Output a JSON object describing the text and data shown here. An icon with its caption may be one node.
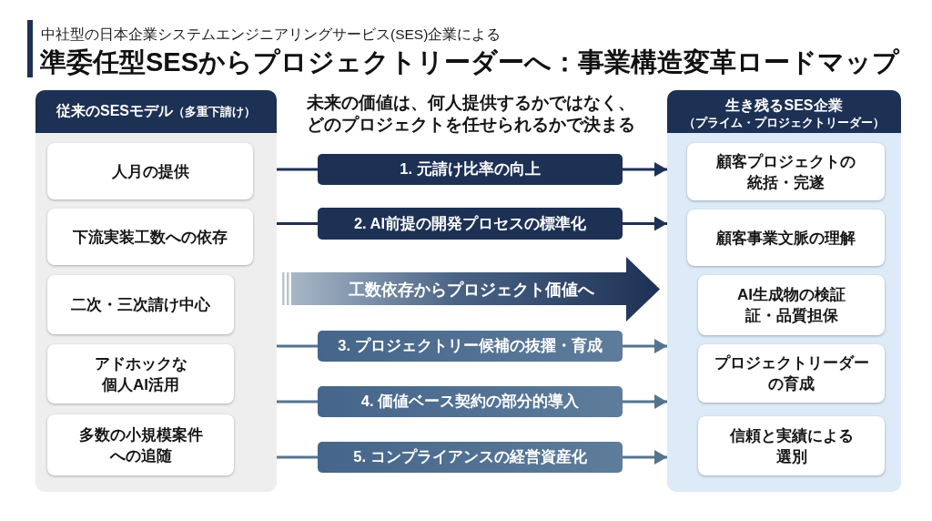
{
  "diagram": {
    "title": "準委任型SESからプロジェクトリーダーへ：事業構造変革ロードマップ",
    "nodes": [
      {
        "text": [
          "従来のSESモデル",
          "（多重下請け）"
        ]
      },
      {
        "text": [
          "人月の提供"
        ],
        "in": 0
      },
      {
        "text": [
          "下流実装工数への依存"
        ],
        "in": 0
      },
      {
        "text": [
          "二次・三次請け中心"
        ],
        "in": 0
      },
      {
        "text": [
          "アドホックな個人AI活用"
        ],
        "in": 0
      },
      {
        "text": [
          "多数の小規模案件への追随"
        ],
        "in": 0
      },
      {
        "text": [
          "1. 元請け比率の向上"
        ]
      },
      {
        "text": [
          "2. AI前提の開発プロセスの標準化"
        ]
      },
      {
        "text": [
          "工数依存からプロジェクト価値へ"
        ]
      },
      {
        "text": [
          "3. プロジェクトリー候補の抜擢・育成"
        ]
      },
      {
        "text": [
          "4. 価値ベース契約の部分的導入"
        ]
      },
      {
        "text": [
          "5. コンプライアンスの経営資産化"
        ]
      },
      {
        "text": [
          "生き残るSES企業",
          "（プライム・プロジェクトリーダー）"
        ]
      },
      {
        "text": [
          "顧客プロジェクトの統括・完遂"
        ],
        "in": 12
      },
      {
        "text": [
          "顧客事業文脈の理解"
        ],
        "in": 12
      },
      {
        "text": [
          "AI生成物の検証証・品質担保"
        ],
        "in": 12
      },
      {
        "text": [
          "プロジェクトリーダーの育成"
        ],
        "in": 12
      },
      {
        "text": [
          "信頼と実績による選別"
        ],
        "in": 12
      }
    ],
    "edges": [
      {
        "from": 0,
        "to": 6,
        "arrow": "none",
        "color": "#1d3155"
      },
      {
        "from": 6,
        "to": 12,
        "arrow": "to",
        "color": "#1d3155"
      },
      {
        "from": 0,
        "to": 7,
        "arrow": "none",
        "color": "#1d3155"
      },
      {
        "from": 7,
        "to": 12,
        "arrow": "to",
        "color": "#1d3155"
      },
      {
        "from": 0,
        "to": 9,
        "arrow": "none"
      },
      {
        "from": 9,
        "to": 12,
        "arrow": "to"
      },
      {
        "from": 0,
        "to": 10,
        "arrow": "none"
      },
      {
        "from": 10,
        "to": 12,
        "arrow": "to"
      },
      {
        "from": 0,
        "to": 11,
        "arrow": "none"
      },
      {
        "from": 11,
        "to": 12,
        "arrow": "to"
      }
    ],
    "labels": [
      "中社型の日本企業システムエンジニアリングサービス(SES)企業による",
      "未来の価値は、何人提供するかではなく、どのプロジェクトを任せられるかで決まる"
    ]
  }
}
